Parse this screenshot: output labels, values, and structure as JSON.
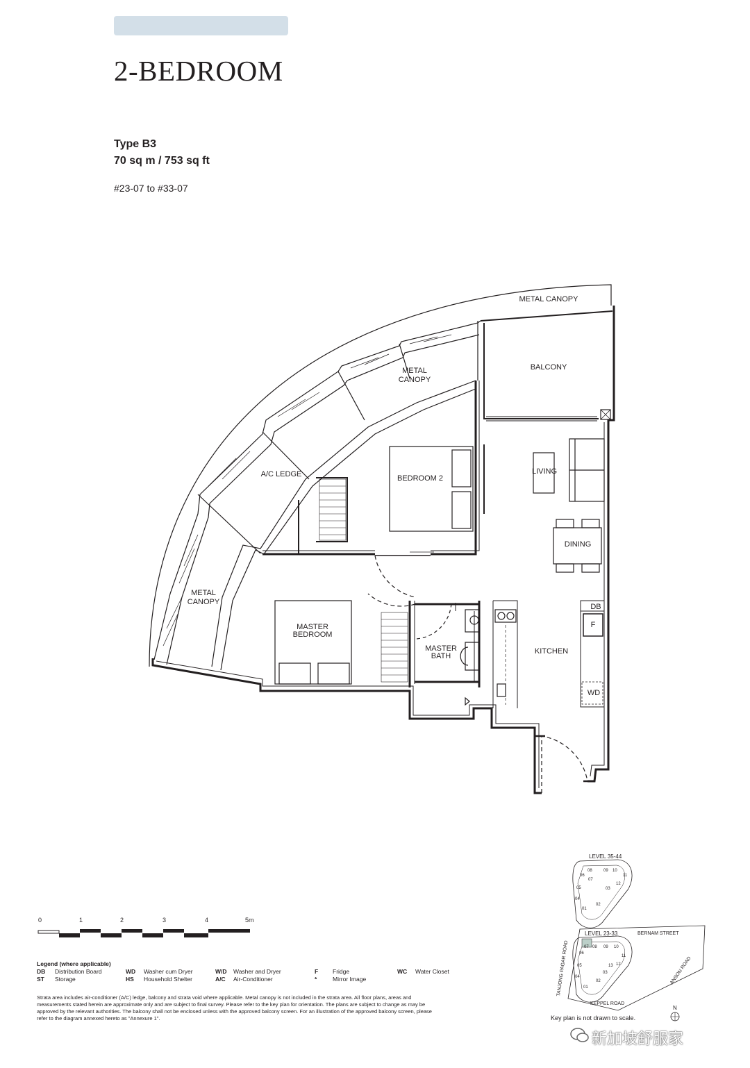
{
  "header": {
    "title": "2-BEDROOM",
    "unit_type": "Type B3",
    "unit_area": "70 sq m / 753 sq ft",
    "unit_range": "#23-07 to #33-07"
  },
  "plan_labels": {
    "metal_canopy_top": "METAL CANOPY",
    "balcony": "BALCONY",
    "metal_canopy_mid_1": "METAL",
    "metal_canopy_mid_2": "CANOPY",
    "ac_ledge": "A/C LEDGE",
    "bedroom2": "BEDROOM 2",
    "living": "LIVING",
    "dining": "DINING",
    "metal_canopy_left_1": "METAL",
    "metal_canopy_left_2": "CANOPY",
    "master_bedroom_1": "MASTER",
    "master_bedroom_2": "BEDROOM",
    "master_bath_1": "MASTER",
    "master_bath_2": "BATH",
    "kitchen": "KITCHEN",
    "db": "DB",
    "fridge": "F",
    "wd": "WD"
  },
  "scale": {
    "ticks": [
      "0",
      "1",
      "2",
      "3",
      "4",
      "5m"
    ]
  },
  "legend": {
    "title": "Legend (where applicable)",
    "items": [
      {
        "code": "DB",
        "desc": "Distribution Board"
      },
      {
        "code": "ST",
        "desc": "Storage"
      },
      {
        "code": "WD",
        "desc": "Washer cum Dryer"
      },
      {
        "code": "HS",
        "desc": "Household Shelter"
      },
      {
        "code": "W/D",
        "desc": "Washer and Dryer"
      },
      {
        "code": "A/C",
        "desc": "Air-Conditioner"
      },
      {
        "code": "F",
        "desc": "Fridge"
      },
      {
        "code": "*",
        "desc": "Mirror Image"
      },
      {
        "code": "WC",
        "desc": "Water Closet"
      }
    ]
  },
  "disclaimer": "Strata area includes air-conditioner (A/C) ledge, balcony and strata void where applicable. Metal canopy is not included in the strata area. All floor plans, areas and measurements stated herein are approximate only and are subject to final survey. Please refer to the key plan for orientation. The plans are subject to change as may be approved by the relevant authorities. The balcony shall not be enclosed unless with the approved balcony screen. For an illustration of the approved balcony screen, please refer to the diagram annexed hereto as \"Annexure 1\".",
  "keyplan": {
    "level_upper": "LEVEL 35-44",
    "level_lower": "LEVEL 23-33",
    "road_bernam": "BERNAM STREET",
    "road_tanjong": "TANJONG PAGAR ROAD",
    "road_anson": "ANSON ROAD",
    "road_keppel": "KEPPEL ROAD",
    "north": "N",
    "units_upper": [
      "08",
      "09",
      "10",
      "11",
      "06",
      "07",
      "12",
      "05",
      "03",
      "04",
      "01",
      "02"
    ],
    "units_lower": [
      "07",
      "08",
      "09",
      "10",
      "06",
      "11",
      "05",
      "12",
      "13",
      "04",
      "03",
      "02",
      "01"
    ],
    "note": "Key plan is not drawn to scale.",
    "highlight_color": "#bcd0c9"
  },
  "watermark": "新加坡舒服家"
}
